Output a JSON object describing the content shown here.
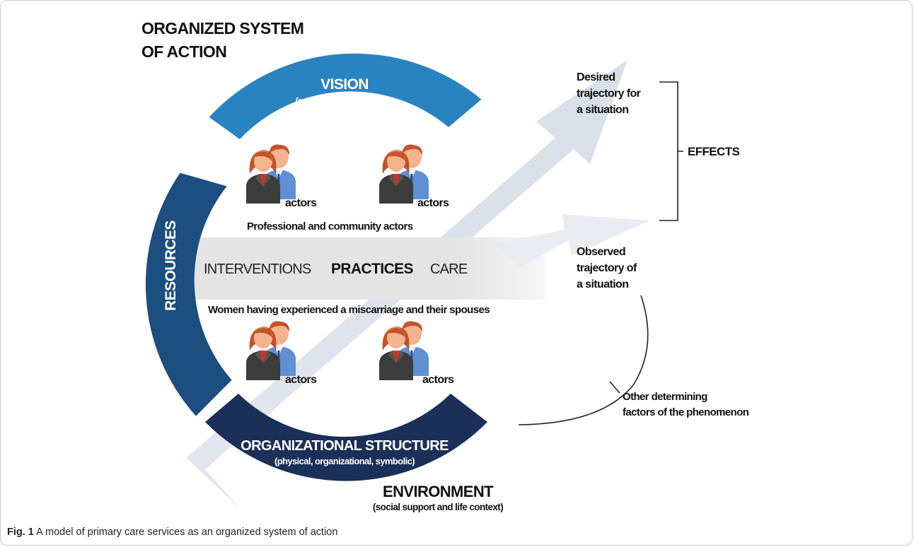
{
  "diagram": {
    "title_line1": "ORGANIZED SYSTEM",
    "title_line2": "OF ACTION",
    "vision": {
      "label": "VISION",
      "sub": "(representations, beliefs)"
    },
    "resources": {
      "label": "RESOURCES"
    },
    "structure": {
      "label": "ORGANIZATIONAL STRUCTURE",
      "sub": "(physical, organizational, symbolic)"
    },
    "environment": {
      "label": "ENVIRONMENT",
      "sub": "(social support and life context)"
    },
    "practices_band": {
      "left": "INTERVENTIONS",
      "center": "PRACTICES",
      "right": "CARE"
    },
    "professional_label": "Professional and community actors",
    "women_label": "Women having experienced a miscarriage and their spouses",
    "actor_label": "actors",
    "desired": {
      "line1": "Desired",
      "line2": "trajectory for",
      "line3": "a situation"
    },
    "observed": {
      "line1": "Observed",
      "line2": "trajectory of",
      "line3": "a situation"
    },
    "effects": "EFFECTS",
    "other": {
      "line1": "Other determining",
      "line2": "factors of the phenomenon"
    },
    "colors": {
      "vision": "#2a83c1",
      "resources": "#1c4e80",
      "structure": "#1b3058",
      "arrow": "#dde3ea",
      "band": "#e6e6e6"
    }
  },
  "caption": {
    "label": "Fig. 1",
    "text": "A model of primary care services as an organized system of action"
  }
}
